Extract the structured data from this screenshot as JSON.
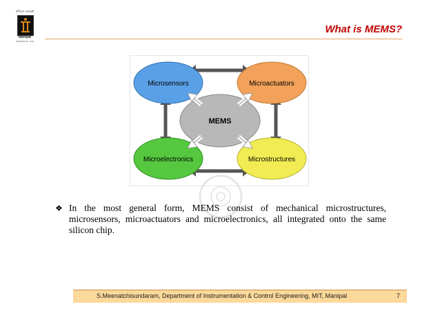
{
  "slide": {
    "title": "What is MEMS?",
    "body_text": "In the most general form, MEMS consist of mechanical microstructures, microsensors, microactuators and microelectronics, all integrated onto the same silicon chip.",
    "bullet_marker": "❖"
  },
  "logo": {
    "name": "Manipal",
    "tagline_top": "मणिपाल अकादमी",
    "tagline_bottom": "INSPIRED BY LIFE"
  },
  "diagram": {
    "center_label": "MEMS",
    "nodes": [
      {
        "label": "Microsensors",
        "color": "#5aa0e6"
      },
      {
        "label": "Microactuators",
        "color": "#f2a25a"
      },
      {
        "label": "Microelectronics",
        "color": "#55c840"
      },
      {
        "label": "Microstructures",
        "color": "#f2ec54"
      }
    ],
    "center_color": "#b8b8b8"
  },
  "footer": {
    "credit": "S.Meenatchisundaram, Department of Instrumentation & Control Engineering, MIT, Manipal",
    "page_number": "7"
  },
  "colors": {
    "title": "#c00000",
    "footer_bg": "#fcd89a"
  }
}
